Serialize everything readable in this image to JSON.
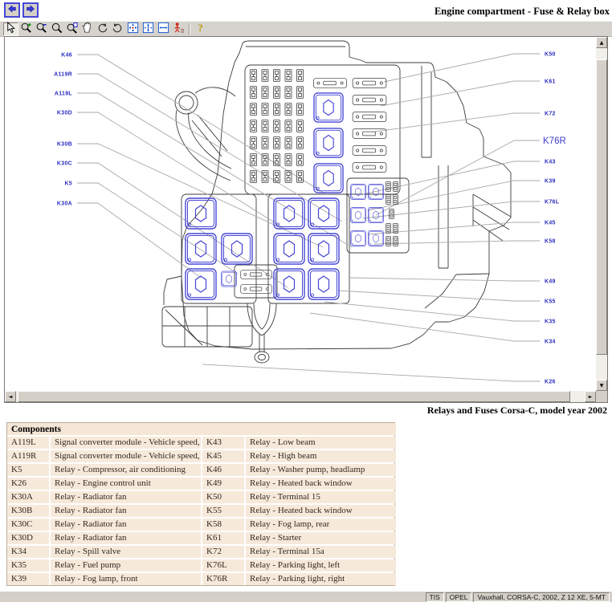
{
  "title": "Engine compartment - Fuse & Relay box",
  "nav": {
    "buttons": [
      {
        "icon": "arrow-left"
      },
      {
        "icon": "arrow-right"
      }
    ]
  },
  "toolbar": {
    "buttons": [
      "select",
      "zoom-in",
      "zoom-out",
      "zoom",
      "zoom-region",
      "pan",
      "rotate-cw",
      "rotate-ccw",
      "fit-window",
      "fit-height",
      "fit-width",
      "hotspots",
      "help"
    ]
  },
  "diagram": {
    "caption": "Relays and Fuses Corsa-C, model year 2002",
    "callouts_left": [
      "K46",
      "A119R",
      "A119L",
      "K30D",
      "K30B",
      "K30C",
      "K5",
      "K30A"
    ],
    "callouts_right": [
      "K50",
      "K61",
      "K72",
      "K76R",
      "K43",
      "K39",
      "K76L",
      "K45",
      "K58",
      "K49",
      "K55",
      "K35",
      "K34",
      "K26"
    ],
    "highlighted_callout": "K76R"
  },
  "components_table": {
    "header": "Components",
    "rows": [
      [
        "A119L",
        "Signal converter module - Vehicle speed, left",
        "K43",
        "Relay - Low beam"
      ],
      [
        "A119R",
        "Signal converter module - Vehicle speed, right",
        "K45",
        "Relay - High beam"
      ],
      [
        "K5",
        "Relay - Compressor, air conditioning",
        "K46",
        "Relay - Washer pump, headlamp"
      ],
      [
        "K26",
        "Relay - Engine control unit",
        "K49",
        "Relay - Heated back window"
      ],
      [
        "K30A",
        "Relay - Radiator fan",
        "K50",
        "Relay - Terminal 15"
      ],
      [
        "K30B",
        "Relay - Radiator fan",
        "K55",
        "Relay - Heated back window"
      ],
      [
        "K30C",
        "Relay - Radiator fan",
        "K58",
        "Relay - Fog lamp, rear"
      ],
      [
        "K30D",
        "Relay - Radiator fan",
        "K61",
        "Relay - Starter"
      ],
      [
        "K34",
        "Relay - Spill valve",
        "K72",
        "Relay - Terminal 15a"
      ],
      [
        "K35",
        "Relay - Fuel pump",
        "K76L",
        "Relay - Parking light, left"
      ],
      [
        "K39",
        "Relay - Fog lamp, front",
        "K76R",
        "Relay - Parking light, right"
      ]
    ]
  },
  "status_bar": {
    "cells": [
      "TIS",
      "OPEL",
      "Vauxhall, CORSA-C, 2002, Z 12 XE, 5-MT"
    ]
  },
  "colors": {
    "callout_blue": "#2C2CC0",
    "relay_blue": "#4646D6",
    "leader_gray": "#A8A8A8",
    "line_dark": "#3C3C3C",
    "table_row_bg": "#F7E9DA",
    "chrome_gray": "#D4D0C8"
  }
}
